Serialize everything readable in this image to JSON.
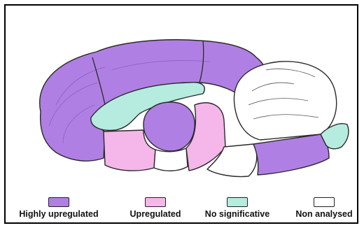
{
  "colors": {
    "highly_upregulated": "#b07fe3",
    "upregulated": "#f5b6ea",
    "no_significative": "#b5ecdf",
    "non_analysed": "#ffffff",
    "outline": "#2a2a2a"
  },
  "legend": [
    {
      "key": "highly_upregulated",
      "label": "Highly upregulated"
    },
    {
      "key": "upregulated",
      "label": "Upregulated"
    },
    {
      "key": "no_significative",
      "label": "No significative"
    },
    {
      "key": "non_analysed",
      "label": "Non analysed"
    }
  ]
}
